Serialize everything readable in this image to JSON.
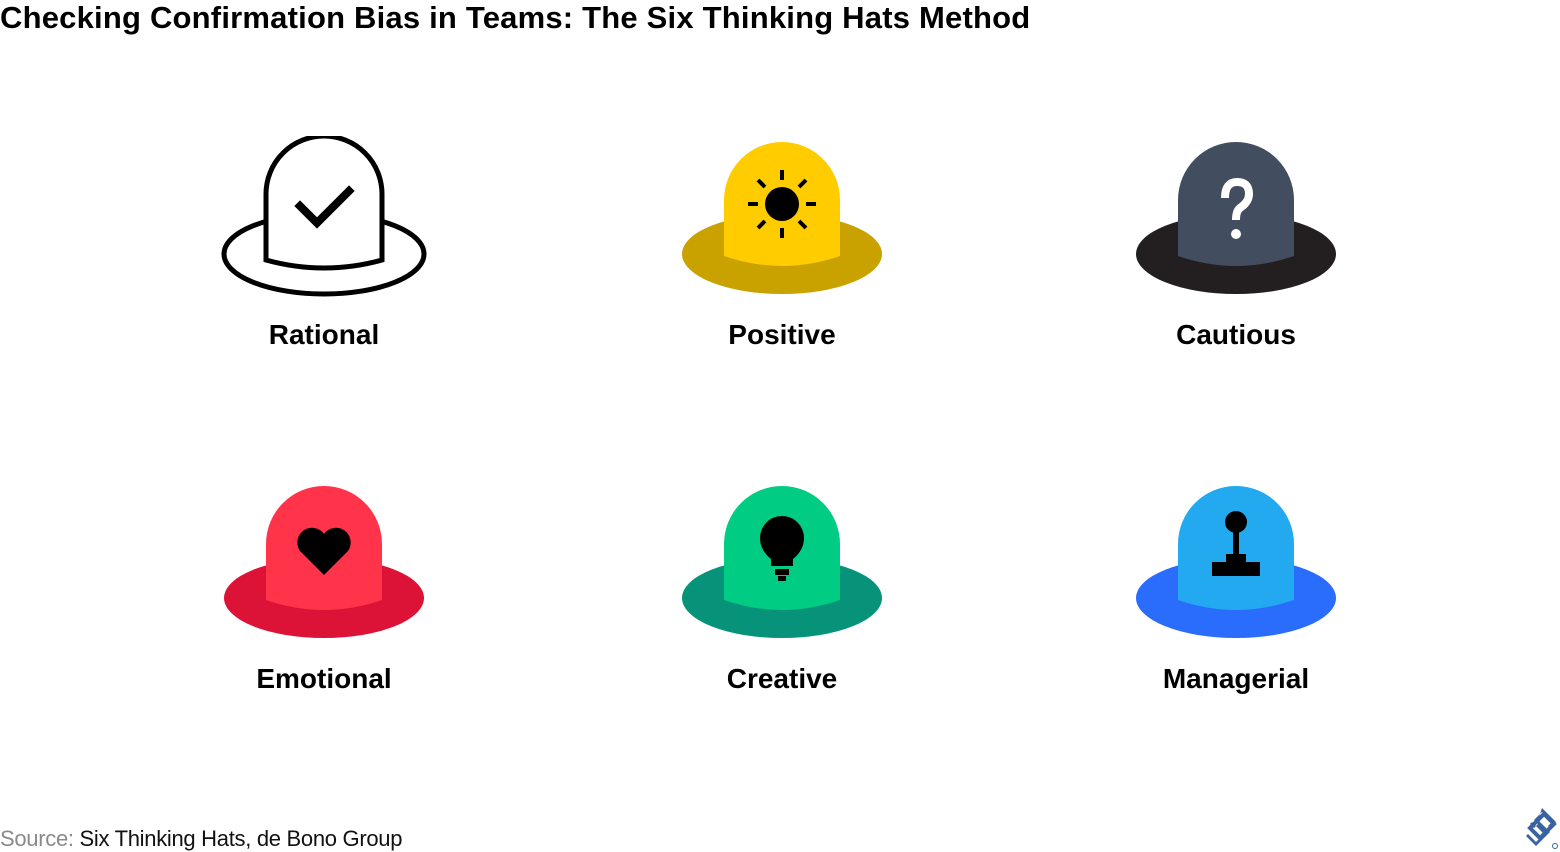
{
  "title": "Checking Confirmation Bias in Teams: The Six Thinking Hats Method",
  "hats": [
    {
      "label": "Rational",
      "icon": "checkmark-icon",
      "brim_color": "#ffffff",
      "crown_color": "#ffffff",
      "outline": "#000000"
    },
    {
      "label": "Positive",
      "icon": "sun-icon",
      "brim_color": "#c9a200",
      "crown_color": "#ffcc00",
      "outline": "none"
    },
    {
      "label": "Cautious",
      "icon": "question-mark-icon",
      "brim_color": "#231f20",
      "crown_color": "#434d60",
      "outline": "none"
    },
    {
      "label": "Emotional",
      "icon": "heart-icon",
      "brim_color": "#dc1236",
      "crown_color": "#ff344b",
      "outline": "none"
    },
    {
      "label": "Creative",
      "icon": "lightbulb-icon",
      "brim_color": "#06937a",
      "crown_color": "#00cc83",
      "outline": "none"
    },
    {
      "label": "Managerial",
      "icon": "joystick-icon",
      "brim_color": "#2a6dfc",
      "crown_color": "#23a9f0",
      "outline": "none"
    }
  ],
  "source": {
    "label": "Source:",
    "value": "Six Thinking Hats, de Bono Group"
  },
  "logo": {
    "icon": "toptal-logo-icon",
    "color": "#3863a0"
  }
}
